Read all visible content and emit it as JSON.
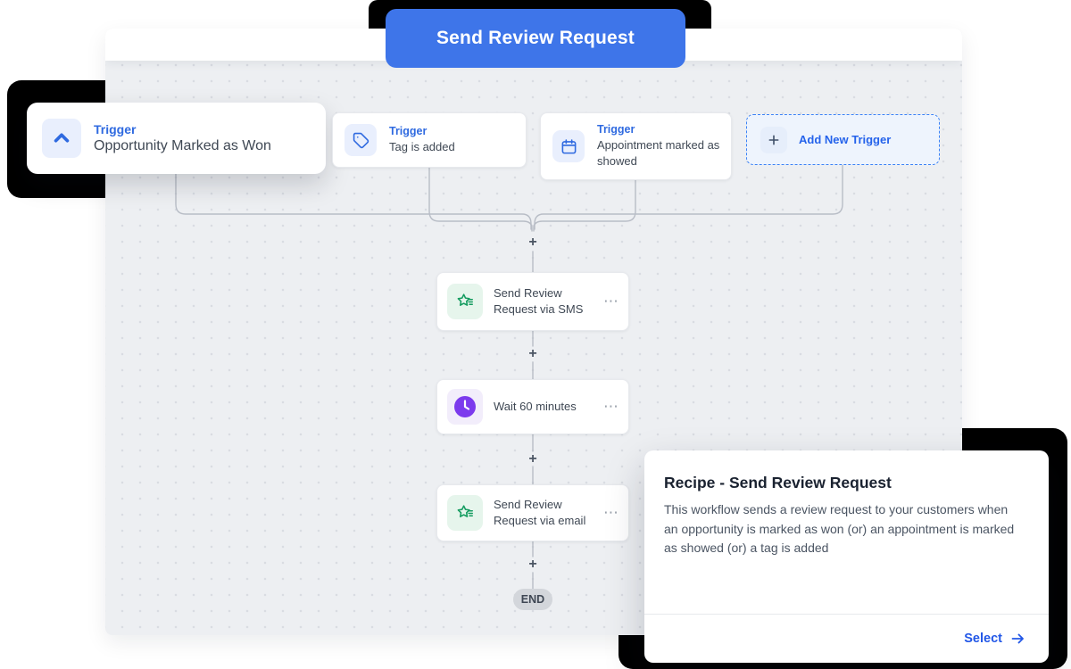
{
  "banner": {
    "label": "Send Review Request"
  },
  "triggers": [
    {
      "type_label": "Trigger",
      "title": "Opportunity Marked as Won"
    },
    {
      "type_label": "Trigger",
      "title": "Tag is added"
    },
    {
      "type_label": "Trigger",
      "title": "Appointment marked as showed"
    }
  ],
  "add_trigger": {
    "label": "Add New Trigger"
  },
  "steps": [
    {
      "title": "Send Review Request via SMS",
      "menu": "⋯"
    },
    {
      "title": "Wait 60 minutes",
      "menu": "⋯"
    },
    {
      "title": "Send Review Request via email",
      "menu": "⋯"
    }
  ],
  "connectors": {
    "plus": "+"
  },
  "end_marker": {
    "label": "END"
  },
  "recipe_panel": {
    "title": "Recipe - Send Review Request",
    "description": "This workflow sends a review request to your customers when an opportunity is marked as won (or) an appointment is marked as showed (or) a tag is added",
    "select_label": "Select"
  },
  "colors": {
    "accent_blue": "#2f6ae0",
    "button_blue": "#3e75e9",
    "green_icon": "#159c60",
    "purple_icon": "#7c3aed",
    "link_blue": "#2257e7",
    "canvas_bg": "#edeff2",
    "highlight_black": "#000000"
  }
}
